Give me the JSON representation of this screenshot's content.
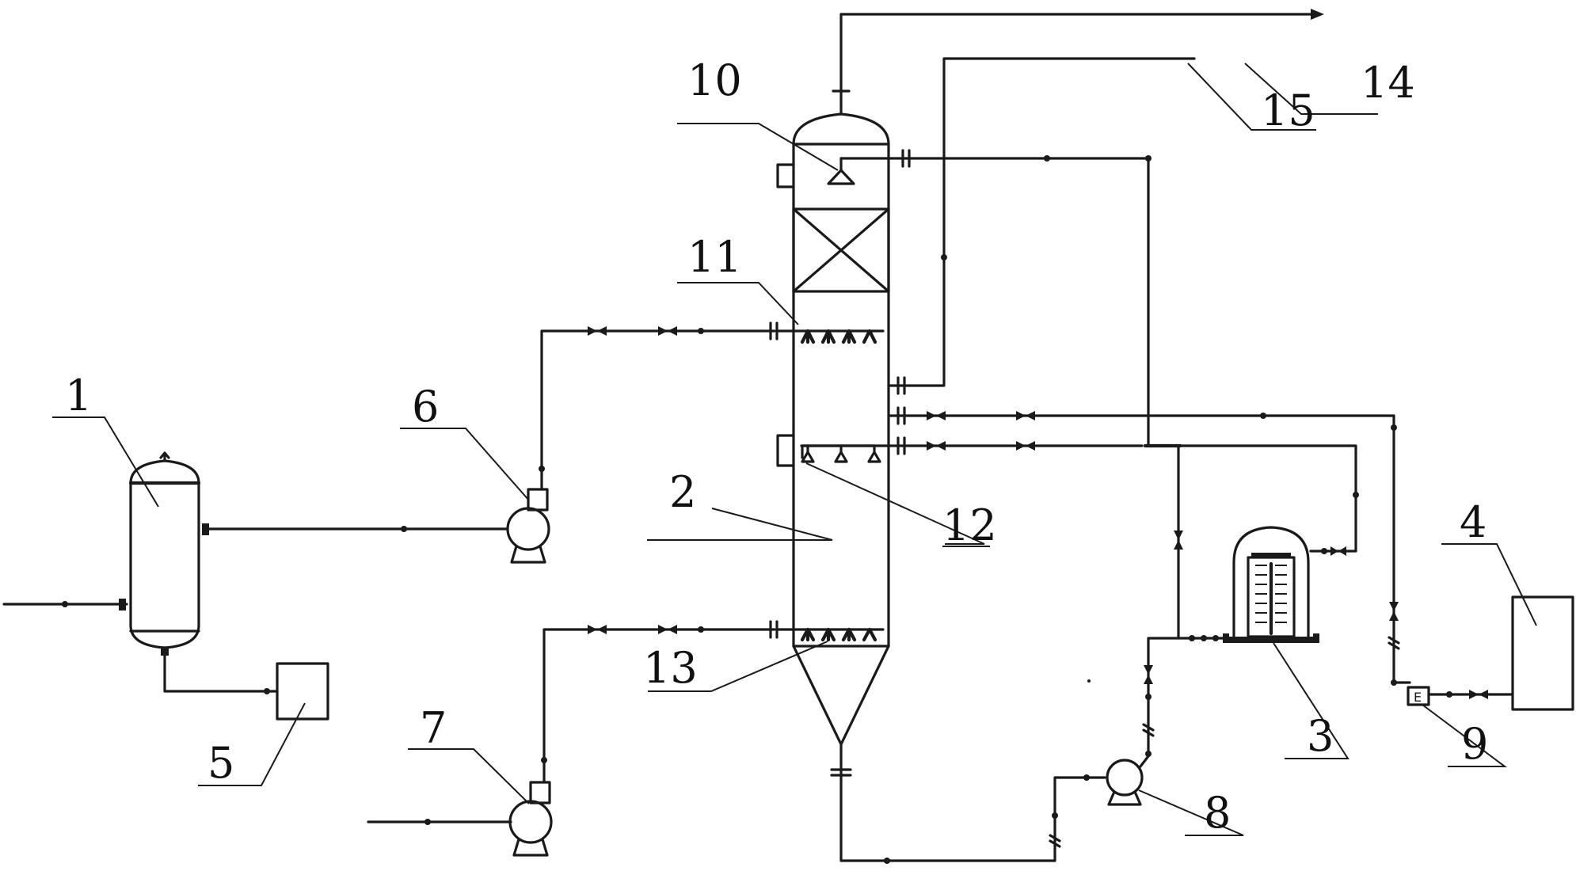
{
  "labels": {
    "n1": "1",
    "n2": "2",
    "n3": "3",
    "n4": "4",
    "n5": "5",
    "n6": "6",
    "n7": "7",
    "n8": "8",
    "n9": "9",
    "n10": "10",
    "n11": "11",
    "n12": "12",
    "n13": "13",
    "n14": "14",
    "n15": "15"
  },
  "colors": {
    "line": "#1a1a1a",
    "background": "#ffffff"
  }
}
